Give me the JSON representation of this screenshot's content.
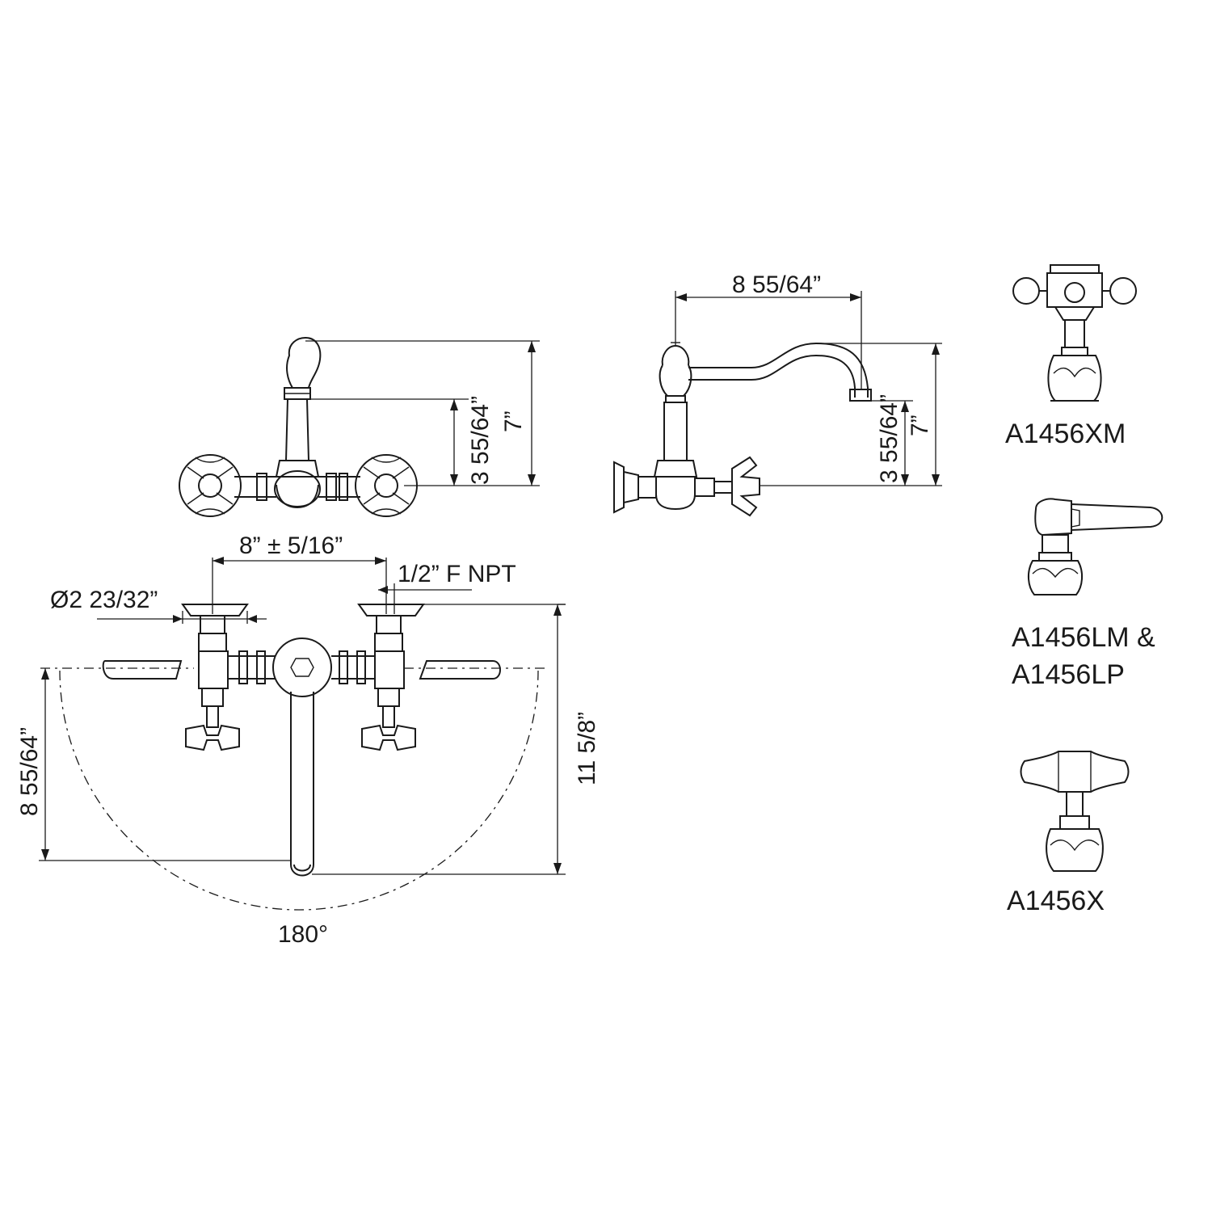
{
  "front_view": {
    "height_label": "7”",
    "height_inner_label": "3 55/64”"
  },
  "side_view": {
    "reach_label": "8 55/64”",
    "height_label": "7”",
    "height_inner_label": "3 55/64”"
  },
  "top_view": {
    "center_label": "8” ± 5/16”",
    "thread_label": "1/2” F NPT",
    "flange_label": "Ø2 23/32”",
    "depth_label": "8 55/64”",
    "total_depth_label": "11 5/8”",
    "swivel_label": "180°"
  },
  "handle_options": [
    {
      "lines": [
        "A1456XM"
      ]
    },
    {
      "lines": [
        "A1456LM &",
        "A1456LP"
      ]
    },
    {
      "lines": [
        "A1456X"
      ]
    }
  ]
}
